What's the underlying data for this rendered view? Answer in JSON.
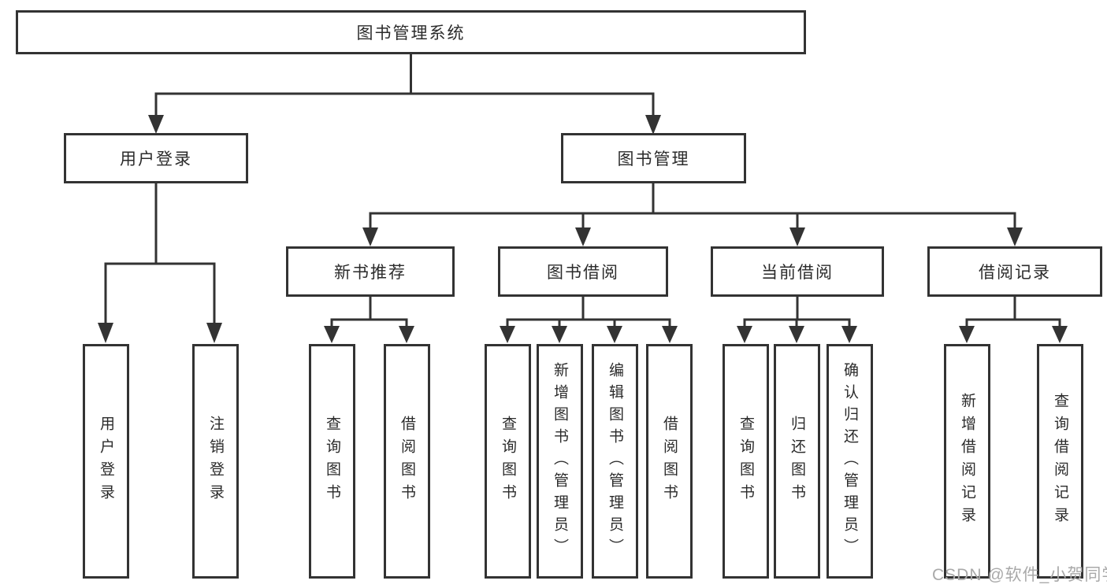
{
  "diagram": {
    "title": {
      "label": "图书管理系统"
    },
    "branches": {
      "user_login": {
        "label": "用户登录"
      },
      "book_management": {
        "label": "图书管理"
      }
    },
    "modules": {
      "new_book_recommend": {
        "label": "新书推荐"
      },
      "book_borrow": {
        "label": "图书借阅"
      },
      "current_borrow": {
        "label": "当前借阅"
      },
      "borrow_records": {
        "label": "借阅记录"
      }
    },
    "leaves": {
      "user_login": [
        {
          "label": "用户登录"
        },
        {
          "label": "注销登录"
        }
      ],
      "new_book_recommend": [
        {
          "label": "查询图书"
        },
        {
          "label": "借阅图书"
        }
      ],
      "book_borrow": [
        {
          "label": "查询图书"
        },
        {
          "label": "新增图书（管理员）"
        },
        {
          "label": "编辑图书（管理员）"
        },
        {
          "label": "借阅图书"
        }
      ],
      "current_borrow": [
        {
          "label": "查询图书"
        },
        {
          "label": "归还图书"
        },
        {
          "label": "确认归还（管理员）"
        }
      ],
      "borrow_records": [
        {
          "label": "新增借阅记录"
        },
        {
          "label": "查询借阅记录"
        }
      ]
    },
    "watermark": {
      "label": "CSDN @软件_小贺同学"
    },
    "colors": {
      "line": "#333333",
      "text": "#2b2b2b",
      "watermark": "#a9a9a9",
      "background": "#ffffff"
    }
  }
}
